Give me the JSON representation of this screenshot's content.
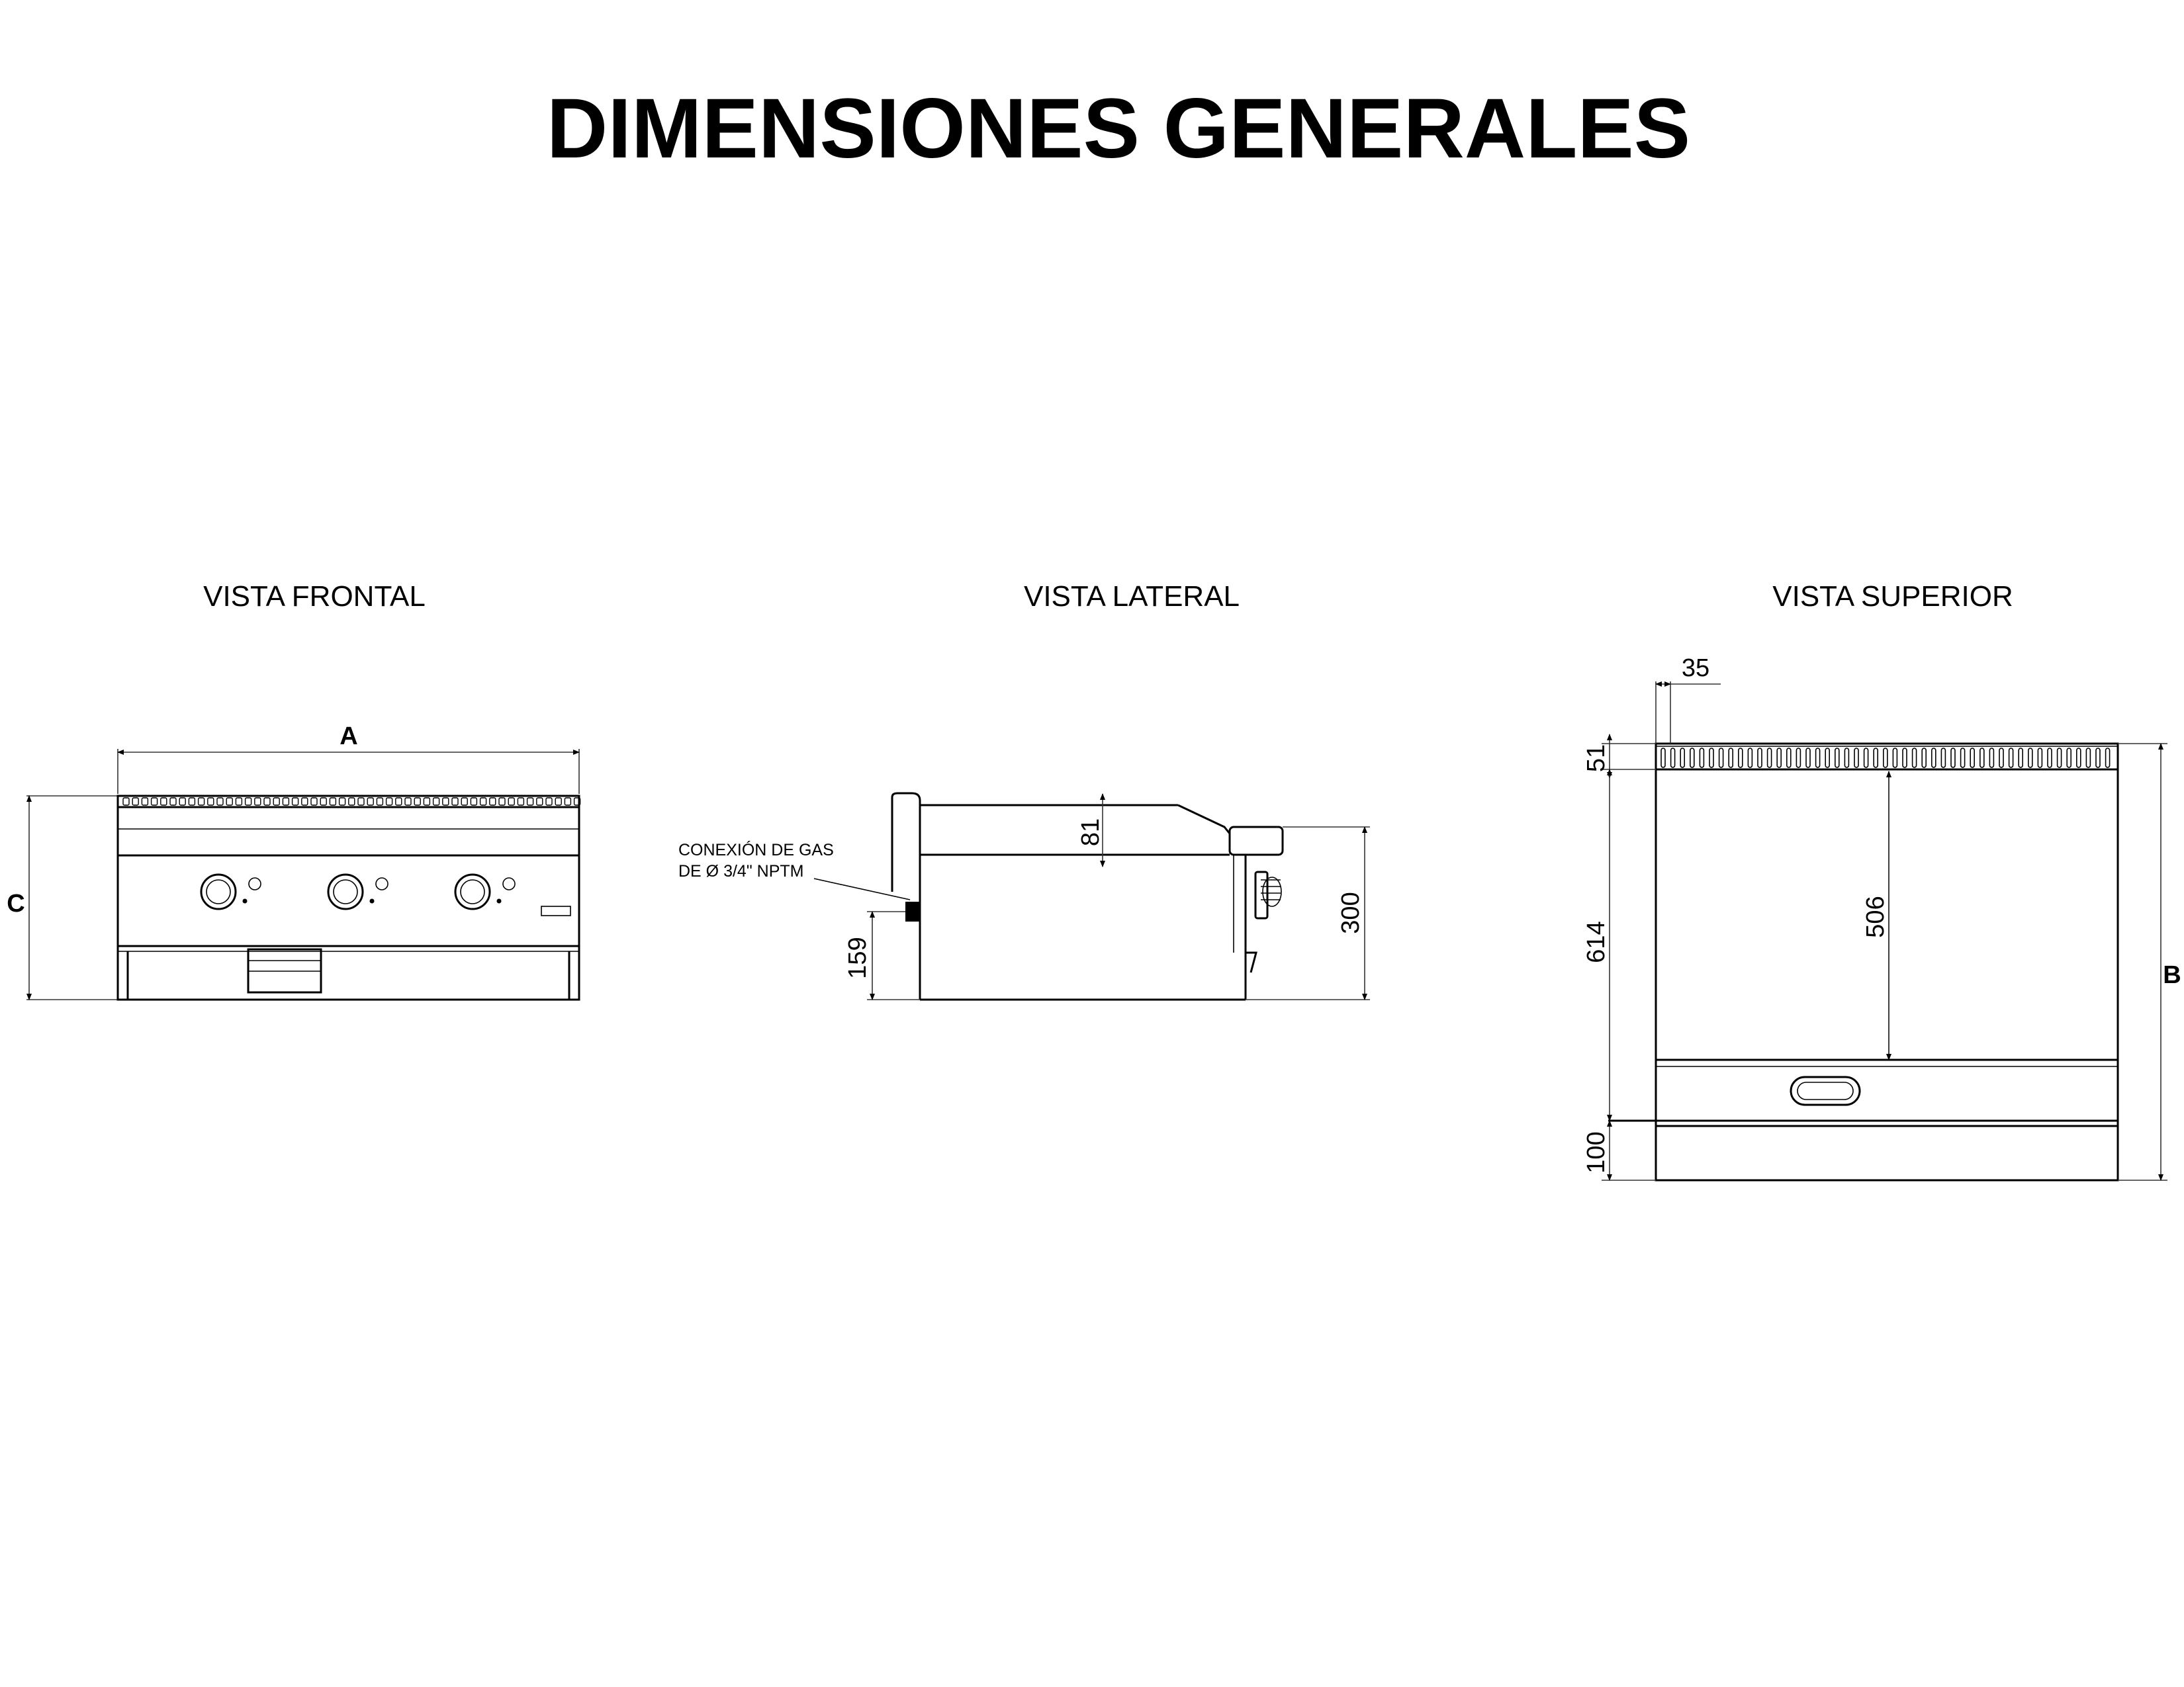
{
  "title": "DIMENSIONES GENERALES",
  "views": {
    "front": {
      "label": "VISTA FRONTAL",
      "dim_width": "A",
      "dim_height": "C"
    },
    "side": {
      "label": "VISTA LATERAL",
      "gas_note_line1": "CONEXIÓN DE GAS",
      "gas_note_line2": "DE Ø 3/4\" NPTM",
      "dim_top": "81",
      "dim_height": "300",
      "dim_gas_height": "159"
    },
    "top": {
      "label": "VISTA SUPERIOR",
      "dim_35": "35",
      "dim_51": "51",
      "dim_614": "614",
      "dim_506": "506",
      "dim_100": "100",
      "dim_depth": "B"
    }
  },
  "colors": {
    "line": "#000000",
    "background": "#ffffff"
  }
}
